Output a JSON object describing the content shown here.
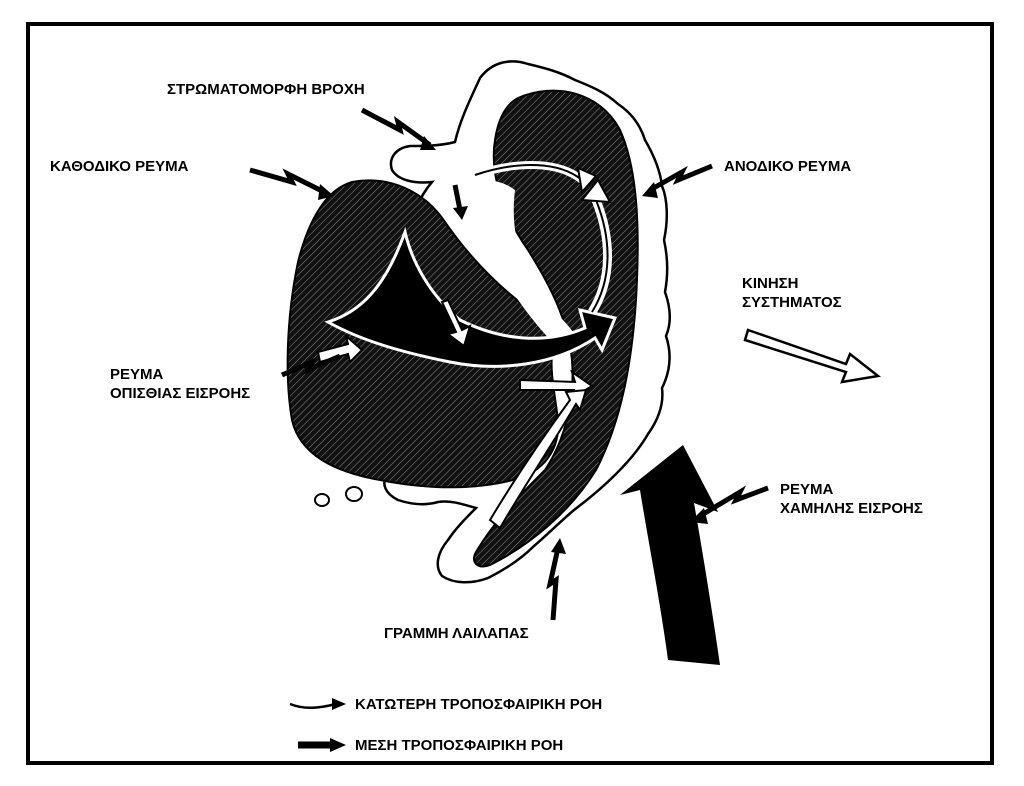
{
  "labels": {
    "stratiform": "ΣΤΡΩΜΑΤΟΜΟΡΦΗ ΒΡΟΧΗ",
    "descending": "ΚΑΘΟΔΙΚΟ ΡΕΥΜΑ",
    "ascending": "ΑΝΟΔΙΚΟ ΡΕΥΜΑ",
    "motion_line1": "ΚΙΝΗΣΗ",
    "motion_line2": "ΣΥΣΤΗΜΑΤΟΣ",
    "rear_inflow_line1": "ΡΕΥΜΑ",
    "rear_inflow_line2": "ΟΠΙΣΘΙΑΣ ΕΙΣΡΟΗΣ",
    "low_inflow_line1": "ΡΕΥΜΑ",
    "low_inflow_line2": "ΧΑΜΗΛΗΣ ΕΙΣΡΟΗΣ",
    "squall_line": "ΓΡΑΜΜΗ ΛΑΙΛΑΠΑΣ"
  },
  "legend": {
    "lower": "ΚΑΤΩΤΕΡΗ ΤΡΟΠΟΣΦΑΙΡΙΚΗ ΡΟΗ",
    "middle": "ΜΕΣΗ ΤΡΟΠΟΣΦΑΙΡΙΚΗ ΡΟΗ"
  }
}
